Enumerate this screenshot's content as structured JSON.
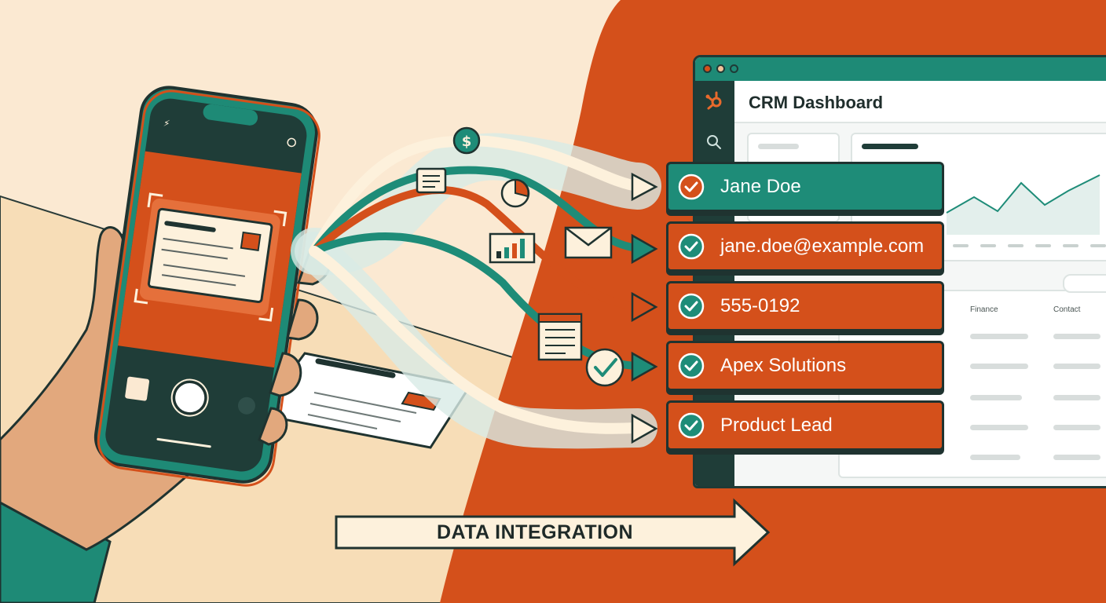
{
  "crm": {
    "title": "CRM Dashboard",
    "columns": [
      "Finance",
      "Contact"
    ]
  },
  "fields": [
    {
      "text": "Jane Doe",
      "style": "teal"
    },
    {
      "text": "jane.doe@example.com",
      "style": "orange"
    },
    {
      "text": "555-0192",
      "style": "orange"
    },
    {
      "text": "Apex Solutions",
      "style": "orange"
    },
    {
      "text": "Product Lead",
      "style": "orange"
    }
  ],
  "integration": {
    "label": "DATA INTEGRATION"
  },
  "flow_icons": [
    "dollar-icon",
    "document-icon",
    "pie-chart-icon",
    "envelope-icon",
    "bar-chart-icon",
    "form-icon",
    "check-icon"
  ],
  "colors": {
    "background": "#fbe9d2",
    "accent_orange": "#d4501b",
    "accent_teal": "#1e8c78",
    "dark": "#1f3330",
    "cream": "#fdf1dc"
  }
}
